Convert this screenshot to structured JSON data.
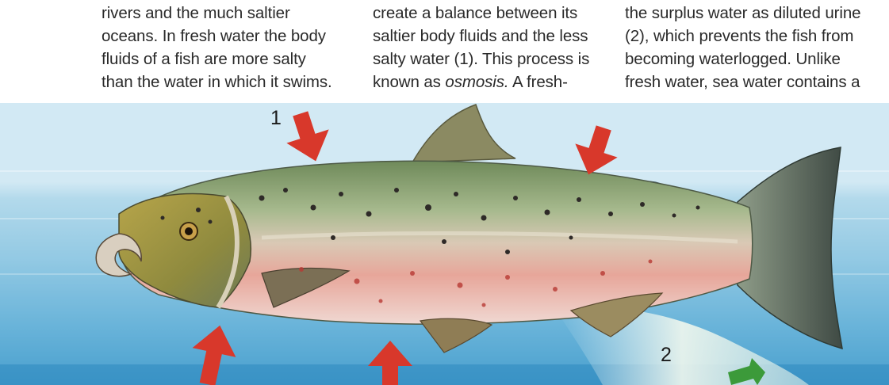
{
  "text": {
    "column1": [
      "rivers and the much saltier",
      "oceans. In fresh water the body",
      "fluids of a fish are more salty",
      "than the water in which it swims."
    ],
    "column2": {
      "line1": "create a balance between its",
      "line2": "saltier body fluids and the less",
      "line3": "salty water (1). This process is",
      "line4_prefix": "known as ",
      "line4_italic": "osmosis.",
      "line4_suffix": " A fresh-"
    },
    "column3": [
      "the surplus water as diluted urine",
      "(2), which prevents the fish from",
      "becoming waterlogged. Unlike",
      "fresh water, sea water contains a"
    ]
  },
  "labels": {
    "inflow": "1",
    "outflow": "2"
  },
  "colors": {
    "water_top": "#b8dcec",
    "water_bottom": "#2d8ec4",
    "arrow_red": "#d8382b",
    "arrow_green": "#3c9a3a",
    "fish_back": "#8a9e6e",
    "fish_belly": "#e6b3a8",
    "tail": "#4e5a52"
  }
}
